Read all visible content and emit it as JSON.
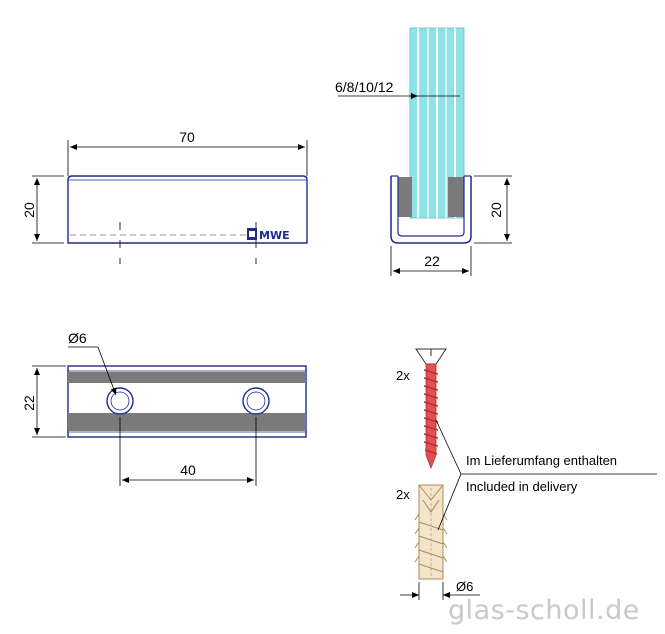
{
  "front_view": {
    "width_dim": "70",
    "height_dim": "20",
    "logo_text": "MWE"
  },
  "side_view": {
    "glass_dim": "6/8/10/12",
    "height_dim": "20",
    "width_dim": "22"
  },
  "top_view": {
    "hole_dim": "Ø6",
    "height_dim": "22",
    "spacing_dim": "40"
  },
  "hardware": {
    "screw_qty": "2x",
    "dowel_qty": "2x",
    "included_de": "Im Lieferumfang enthalten",
    "included_en": "Included in delivery",
    "dowel_dim": "Ø6"
  },
  "watermark": "glas-scholl.de",
  "colors": {
    "outline": "#1e2a8c",
    "gasket": "#7a7a7a",
    "glass": "#8fe3e6",
    "screw": "#e05050",
    "dowel": "#d8b98e"
  }
}
